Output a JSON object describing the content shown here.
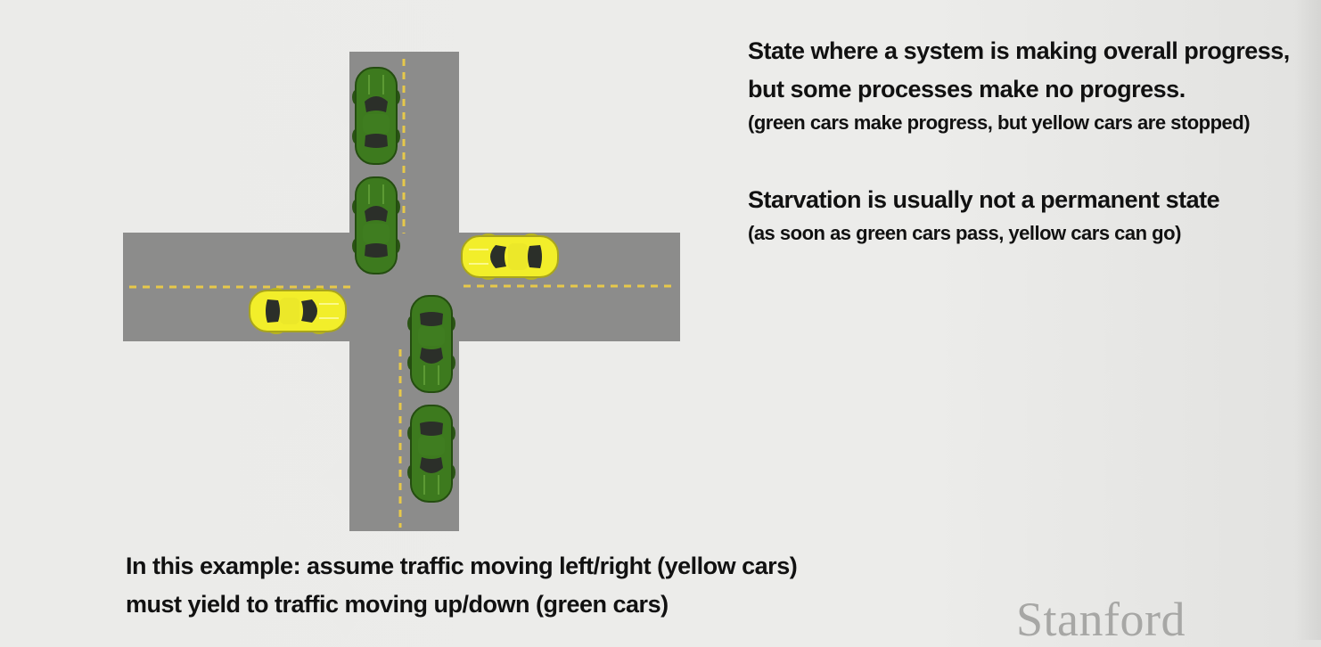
{
  "description_block": {
    "line1": "State where a system is making overall progress,",
    "line2": "but some processes make no progress.",
    "line3": "(green cars make progress, but yellow cars are stopped)"
  },
  "note_block": {
    "line1": "Starvation is usually not a permanent state",
    "line2": "(as soon as green cars pass, yellow cars can go)"
  },
  "example_block": {
    "line1": "In this example: assume traffic moving left/right (yellow cars)",
    "line2": "must yield to traffic moving up/down (green cars)"
  },
  "logo": "Stanford",
  "colors": {
    "road": "#8c8c8b",
    "lane_marking": "#e6c84a",
    "green_car": "#3d7a1e",
    "yellow_car": "#f2ee2a",
    "window": "#2b2f29"
  }
}
